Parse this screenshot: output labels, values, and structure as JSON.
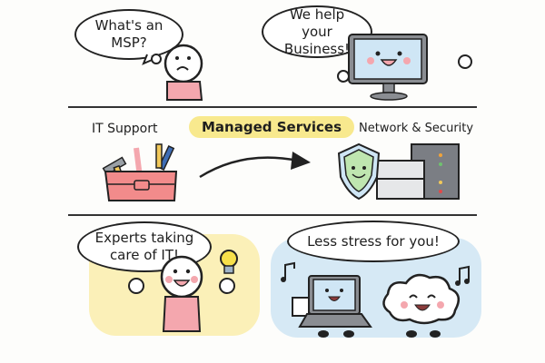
{
  "panels": {
    "top": {
      "left_bubble": "What's an MSP?",
      "right_bubble": "We help your Business!"
    },
    "middle": {
      "left_label": "IT Support",
      "center_label": "Managed Services",
      "right_label": "Network & Security"
    },
    "bottom": {
      "left_bubble": "Experts taking care of IT!",
      "right_bubble": "Less stress for you!"
    }
  },
  "colors": {
    "pink": "#f4a7ae",
    "screen_blue": "#cfe6f5",
    "highlight_yellow": "#f8e98e",
    "panel_yellow": "#fbf0b8",
    "panel_blue": "#d6e9f5",
    "shield_green": "#bfe6b0"
  }
}
